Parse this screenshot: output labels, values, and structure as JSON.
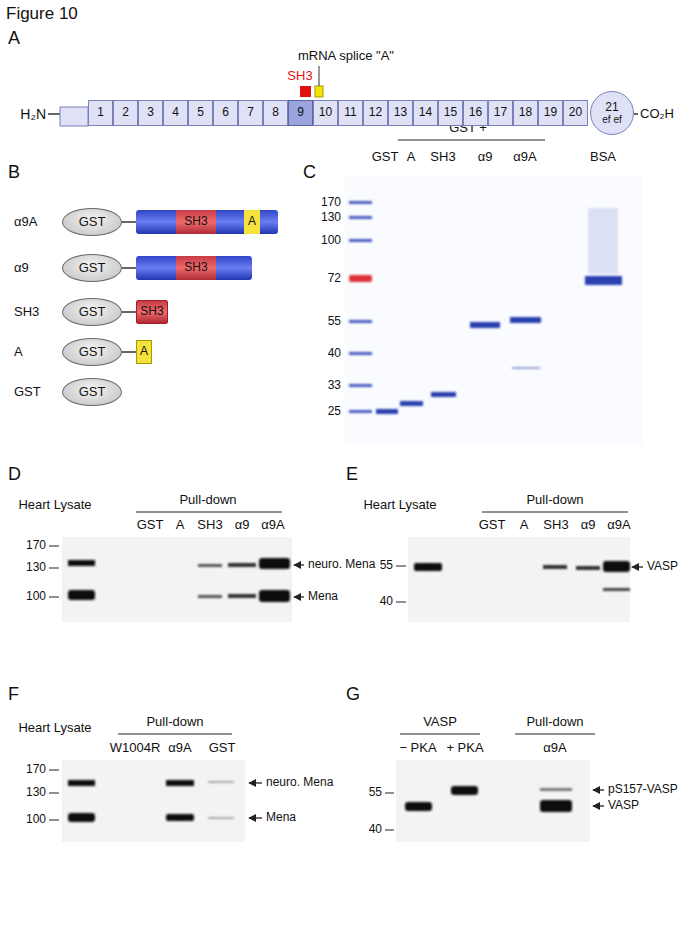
{
  "diagram": {
    "title": "Figure 10",
    "nodes": [
      {
        "text": [
          "1"
        ]
      },
      {
        "text": [
          "2"
        ]
      },
      {
        "text": [
          "3"
        ]
      },
      {
        "text": [
          "4"
        ]
      },
      {
        "text": [
          "5"
        ]
      },
      {
        "text": [
          "6"
        ]
      },
      {
        "text": [
          "7"
        ]
      },
      {
        "text": [
          "8"
        ]
      },
      {
        "text": [
          "9"
        ]
      },
      {
        "text": [
          "10"
        ]
      },
      {
        "text": [
          "11"
        ]
      },
      {
        "text": [
          "12"
        ]
      },
      {
        "text": [
          "13"
        ]
      },
      {
        "text": [
          "14"
        ]
      },
      {
        "text": [
          "15"
        ]
      },
      {
        "text": [
          "16"
        ]
      },
      {
        "text": [
          "17"
        ]
      },
      {
        "text": [
          "18"
        ]
      },
      {
        "text": [
          "19"
        ]
      },
      {
        "text": [
          "20"
        ]
      },
      {
        "text": [
          "21",
          "ef ef"
        ]
      },
      {
        "text": [
          "GST"
        ]
      },
      {
        "text": [
          "SH3"
        ]
      },
      {
        "text": [
          "A"
        ]
      },
      {
        "text": [
          "GST"
        ]
      },
      {
        "text": [
          "SH3"
        ]
      },
      {
        "text": [
          "GST"
        ]
      },
      {
        "text": [
          "SH3"
        ]
      },
      {
        "text": [
          "GST"
        ]
      },
      {
        "text": [
          "A"
        ]
      },
      {
        "text": [
          "GST"
        ]
      }
    ],
    "edges": [
      {
        "from": 26,
        "to": 27,
        "arrow": "none"
      },
      {
        "from": 28,
        "to": 29,
        "arrow": "none"
      }
    ],
    "labels": [
      "A",
      "SH3",
      "mRNA splice \"A\"",
      "H₂N",
      "CO₂H",
      "B",
      "α9A",
      "α9",
      "SH3",
      "A",
      "GST",
      "C",
      "GST",
      "GST +",
      "A",
      "SH3",
      "α9",
      "α9A",
      "BSA",
      "170",
      "130",
      "100",
      "72",
      "55",
      "40",
      "33",
      "25",
      "D",
      "Heart Lysate",
      "Pull-down",
      "GST",
      "A",
      "SH3",
      "α9",
      "α9A",
      "170",
      "130",
      "100",
      "neuro. Mena",
      "Mena",
      "E",
      "Heart Lysate",
      "Pull-down",
      "GST",
      "A",
      "SH3",
      "α9",
      "α9A",
      "55",
      "40",
      "VASP",
      "F",
      "Heart Lysate",
      "Pull-down",
      "W1004R",
      "α9A",
      "GST",
      "170",
      "130",
      "100",
      "neuro. Mena",
      "Mena",
      "G",
      "VASP",
      "Pull-down",
      "− PKA",
      "+ PKA",
      "α9A",
      "55",
      "40",
      "pS157-VASP",
      "VASP"
    ]
  }
}
